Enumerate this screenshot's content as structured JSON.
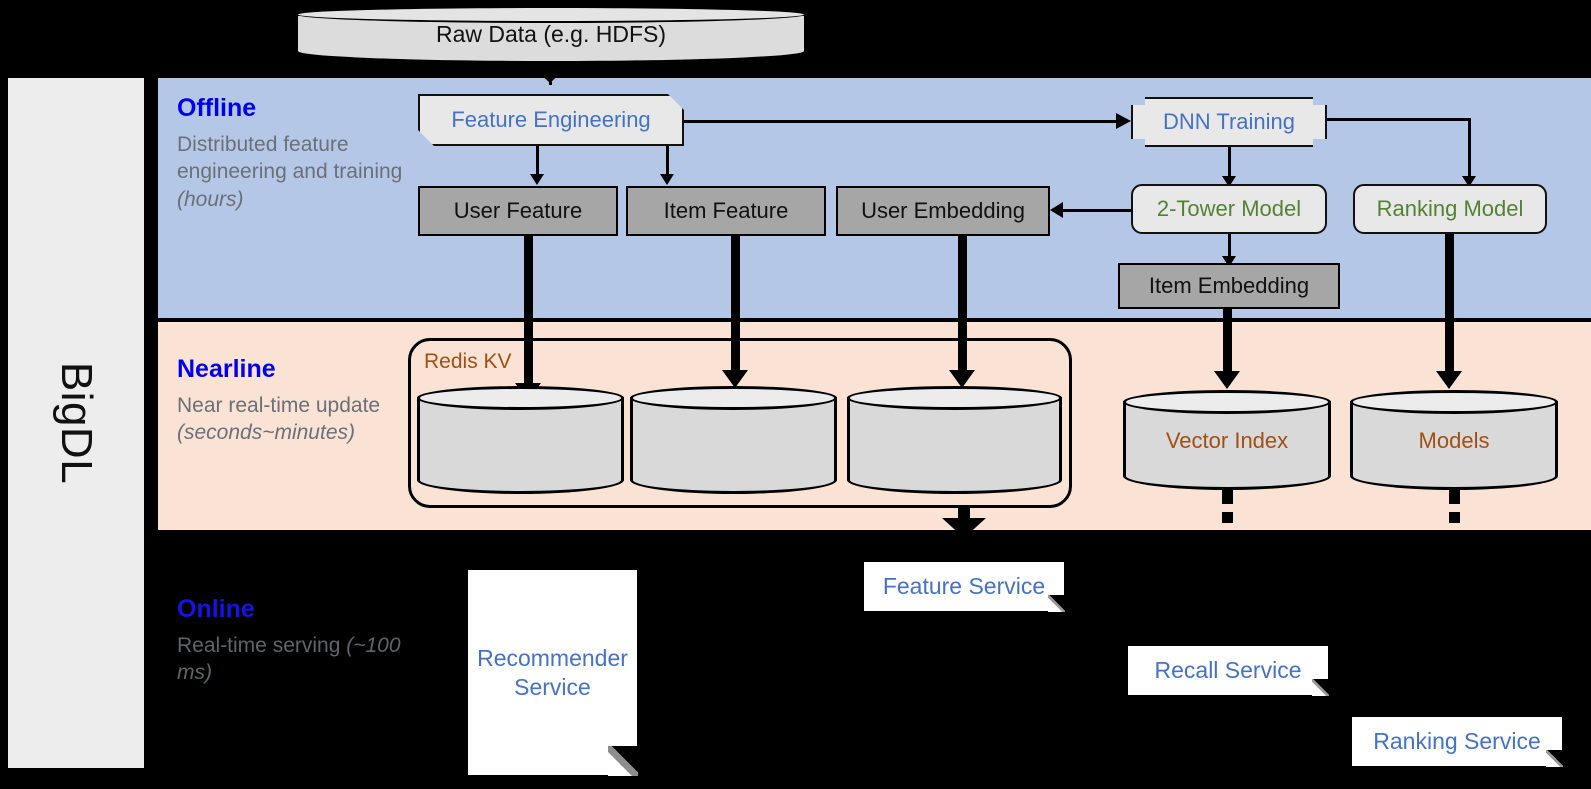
{
  "sidebar": {
    "label": "BigDL"
  },
  "bands": [
    {
      "id": "offline",
      "title": "Offline",
      "sub_line1": "Distributed feature engineering and training ",
      "sub_em": "(hours)",
      "bg": "#b4c7e7"
    },
    {
      "id": "nearline",
      "title": "Nearline",
      "sub_line1": "Near real-time update ",
      "sub_em": "(seconds~minutes)",
      "bg": "#fae3d4"
    },
    {
      "id": "online",
      "title": "Online",
      "sub_line1": "Real-time serving ",
      "sub_em": "(~100 ms)",
      "bg": "#000000"
    }
  ],
  "source": {
    "raw_data": "Raw Data (e.g. HDFS)"
  },
  "offline": {
    "feature_engineering": "Feature Engineering",
    "dnn_training": "DNN Training",
    "user_feature": "User Feature",
    "item_feature": "Item Feature",
    "user_embedding": "User Embedding",
    "two_tower_model": "2-Tower Model",
    "ranking_model": "Ranking Model",
    "item_embedding": "Item Embedding"
  },
  "nearline": {
    "redis_kv": "Redis KV",
    "vector_index": "Vector Index",
    "models": "Models"
  },
  "online": {
    "recommender_service": "Recommender Service",
    "feature_service": "Feature Service",
    "recall_service": "Recall Service",
    "ranking_service": "Ranking Service"
  },
  "colors": {
    "offline_bg": "#b4c7e7",
    "nearline_bg": "#fae3d4",
    "online_bg": "#000000",
    "sidebar_bg": "#ededed",
    "band_title": "#0000ee",
    "band_sub": "#6b7078",
    "process_text": "#4472c4",
    "model_text": "#548235",
    "store_text": "#a24f14",
    "data_box": "#a6a6a6"
  }
}
